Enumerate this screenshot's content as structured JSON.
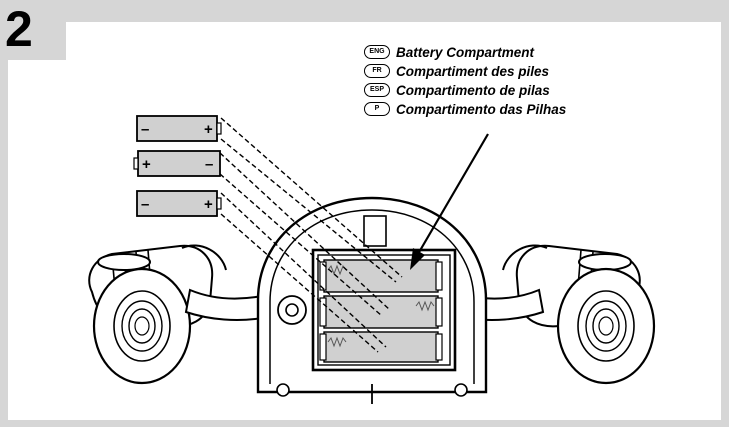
{
  "step_number": "2",
  "labels": [
    {
      "code": "ENG",
      "text": "Battery Compartment"
    },
    {
      "code": "FR",
      "text": "Compartiment des piles"
    },
    {
      "code": "ESP",
      "text": "Compartimento de pilas"
    },
    {
      "code": "P",
      "text": "Compartimento das Pilhas"
    }
  ],
  "batteries": [
    {
      "left_sign": "–",
      "right_sign": "+"
    },
    {
      "left_sign": "+",
      "right_sign": "–"
    },
    {
      "left_sign": "–",
      "right_sign": "+"
    }
  ],
  "colors": {
    "frame": "#d6d6d6",
    "battery_fill": "#d0d0d0",
    "line": "#000000"
  }
}
